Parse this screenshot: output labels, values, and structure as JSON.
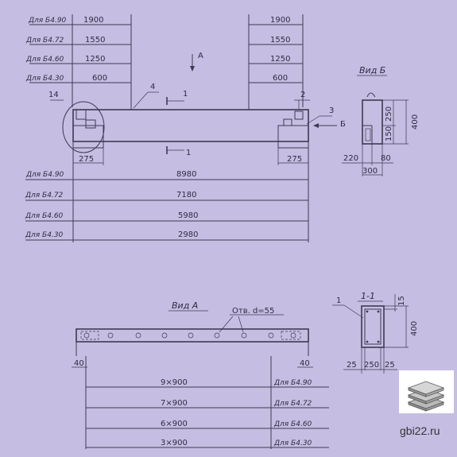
{
  "drawing": {
    "top_rows": [
      {
        "label": "Для Б4.90",
        "value": "1900"
      },
      {
        "label": "Для Б4.72",
        "value": "1550"
      },
      {
        "label": "Для Б4.60",
        "value": "1250"
      },
      {
        "label": "Для Б4.30",
        "value": "600"
      }
    ],
    "right_values": [
      "1900",
      "1550",
      "1250",
      "600"
    ],
    "length_rows": [
      {
        "label": "Для Б4.90",
        "value": "8980"
      },
      {
        "label": "Для Б4.72",
        "value": "7180"
      },
      {
        "label": "Для Б4.60",
        "value": "5980"
      },
      {
        "label": "Для Б4.30",
        "value": "2980"
      }
    ],
    "dims": {
      "left_support": "275",
      "right_support": "275"
    },
    "markers": {
      "view_a_arrow": "А",
      "section": "1",
      "pos_4": "4",
      "pos_2": "2",
      "pos_3": "3",
      "view_b_arrow": "Б",
      "pos_14": "14"
    },
    "view_b": {
      "title": "Вид Б",
      "right_dims": [
        "250",
        "150",
        "400"
      ],
      "bottom_dims": [
        "220",
        "80",
        "300"
      ]
    },
    "view_a": {
      "title": "Вид А",
      "hole_label": "Отв. d=55",
      "left_end": "40",
      "right_end": "40",
      "rows": [
        {
          "value": "9×900",
          "label": "Для Б4.90"
        },
        {
          "value": "7×900",
          "label": "Для Б4.72"
        },
        {
          "value": "6×900",
          "label": "Для Б4.60"
        },
        {
          "value": "3×900",
          "label": "Для Б4.30"
        }
      ]
    },
    "section": {
      "title": "1-1",
      "pos": "1",
      "top_dim": "15",
      "height": "400",
      "bottom_dims": [
        "25",
        "250",
        "25"
      ]
    }
  },
  "watermark": {
    "text": "gbi22.ru",
    "icon": "stacked-slabs-icon"
  },
  "colors": {
    "paper": "#c6bde2",
    "ink": "#3e3a52"
  }
}
